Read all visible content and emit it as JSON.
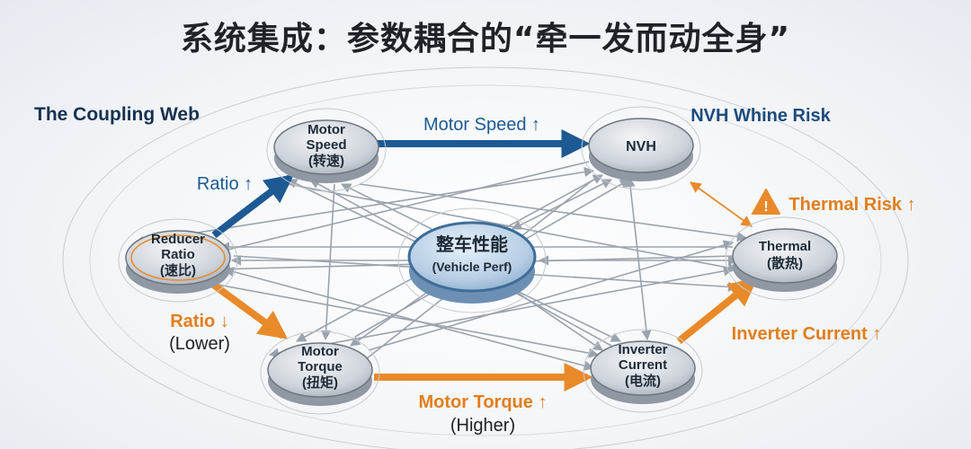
{
  "title": "系统集成：参数耦合的“牵一发而动全身”",
  "subtitle": "The Coupling Web",
  "nodes": {
    "motor_speed": {
      "lines": [
        "Motor",
        "Speed",
        "(转速)"
      ]
    },
    "nvh": {
      "lines": [
        "NVH"
      ]
    },
    "reducer": {
      "lines": [
        "Reducer",
        "Ratio",
        "(速比)"
      ]
    },
    "center": {
      "lines": [
        "整车性能",
        "(Vehicle Perf)"
      ]
    },
    "thermal": {
      "lines": [
        "Thermal",
        "(散热)"
      ]
    },
    "motor_torque": {
      "lines": [
        "Motor",
        "Torque",
        "(扭矩)"
      ]
    },
    "inverter": {
      "lines": [
        "Inverter",
        "Current",
        "(电流)"
      ]
    }
  },
  "edges": {
    "ratio_up": "Ratio ↑",
    "motor_speed_up": "Motor Speed ↑",
    "nvh_risk": "NVH Whine Risk",
    "thermal_risk": "Thermal Risk ↑",
    "ratio_down": "Ratio ↓",
    "lower": "(Lower)",
    "motor_torque_up": "Motor Torque ↑",
    "higher": "(Higher)",
    "inverter_current_up": "Inverter Current ↑"
  },
  "icons": {
    "warning": "warning-icon"
  },
  "colors": {
    "blue": "#1d5a93",
    "orange": "#e88a2a",
    "gray": "#9aa3ad",
    "navy": "#1c4c7c"
  }
}
